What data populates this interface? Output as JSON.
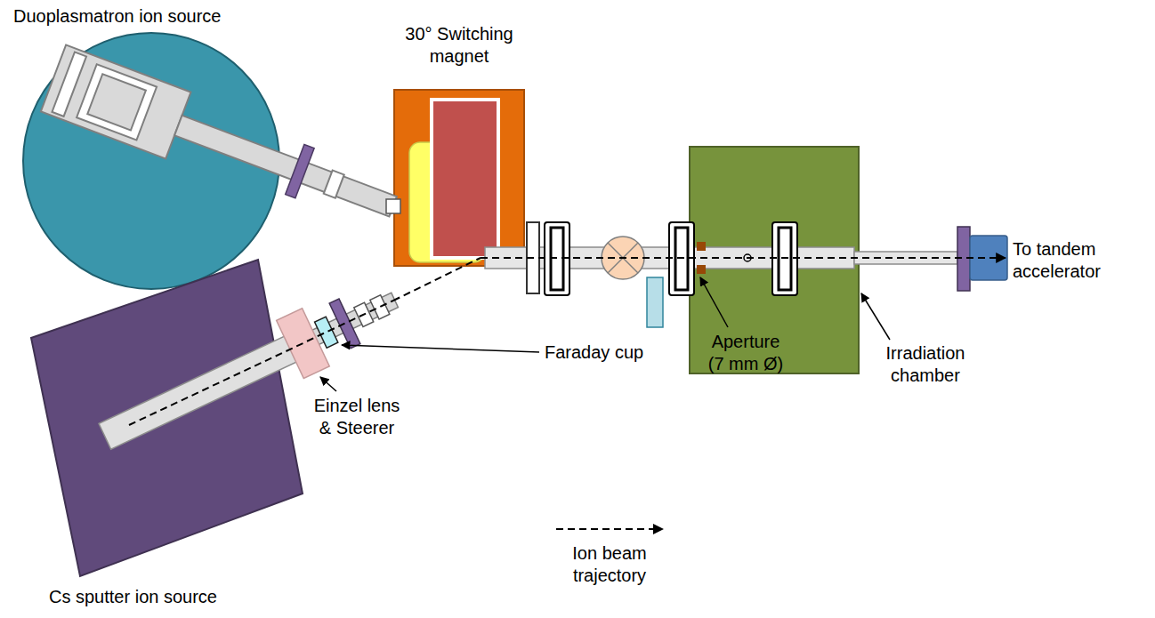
{
  "diagram": {
    "nodes": [
      {
        "text": [
          "Duoplasmatron ion source"
        ]
      },
      {
        "text": [
          "30° Switching magnet"
        ]
      },
      {
        "text": [
          "Cs sputter ion source"
        ]
      }
    ],
    "edges": [
      {
        "from": 2,
        "to": 1,
        "arrow": "none"
      }
    ],
    "labels": [
      "Einzel lens & Steerer",
      "Faraday cup",
      "Aperture (7 mm Ø)",
      "Irradiation chamber",
      "To tandem accelerator"
    ],
    "legend": [
      {
        "text": "Ion beam trajectory"
      }
    ]
  }
}
